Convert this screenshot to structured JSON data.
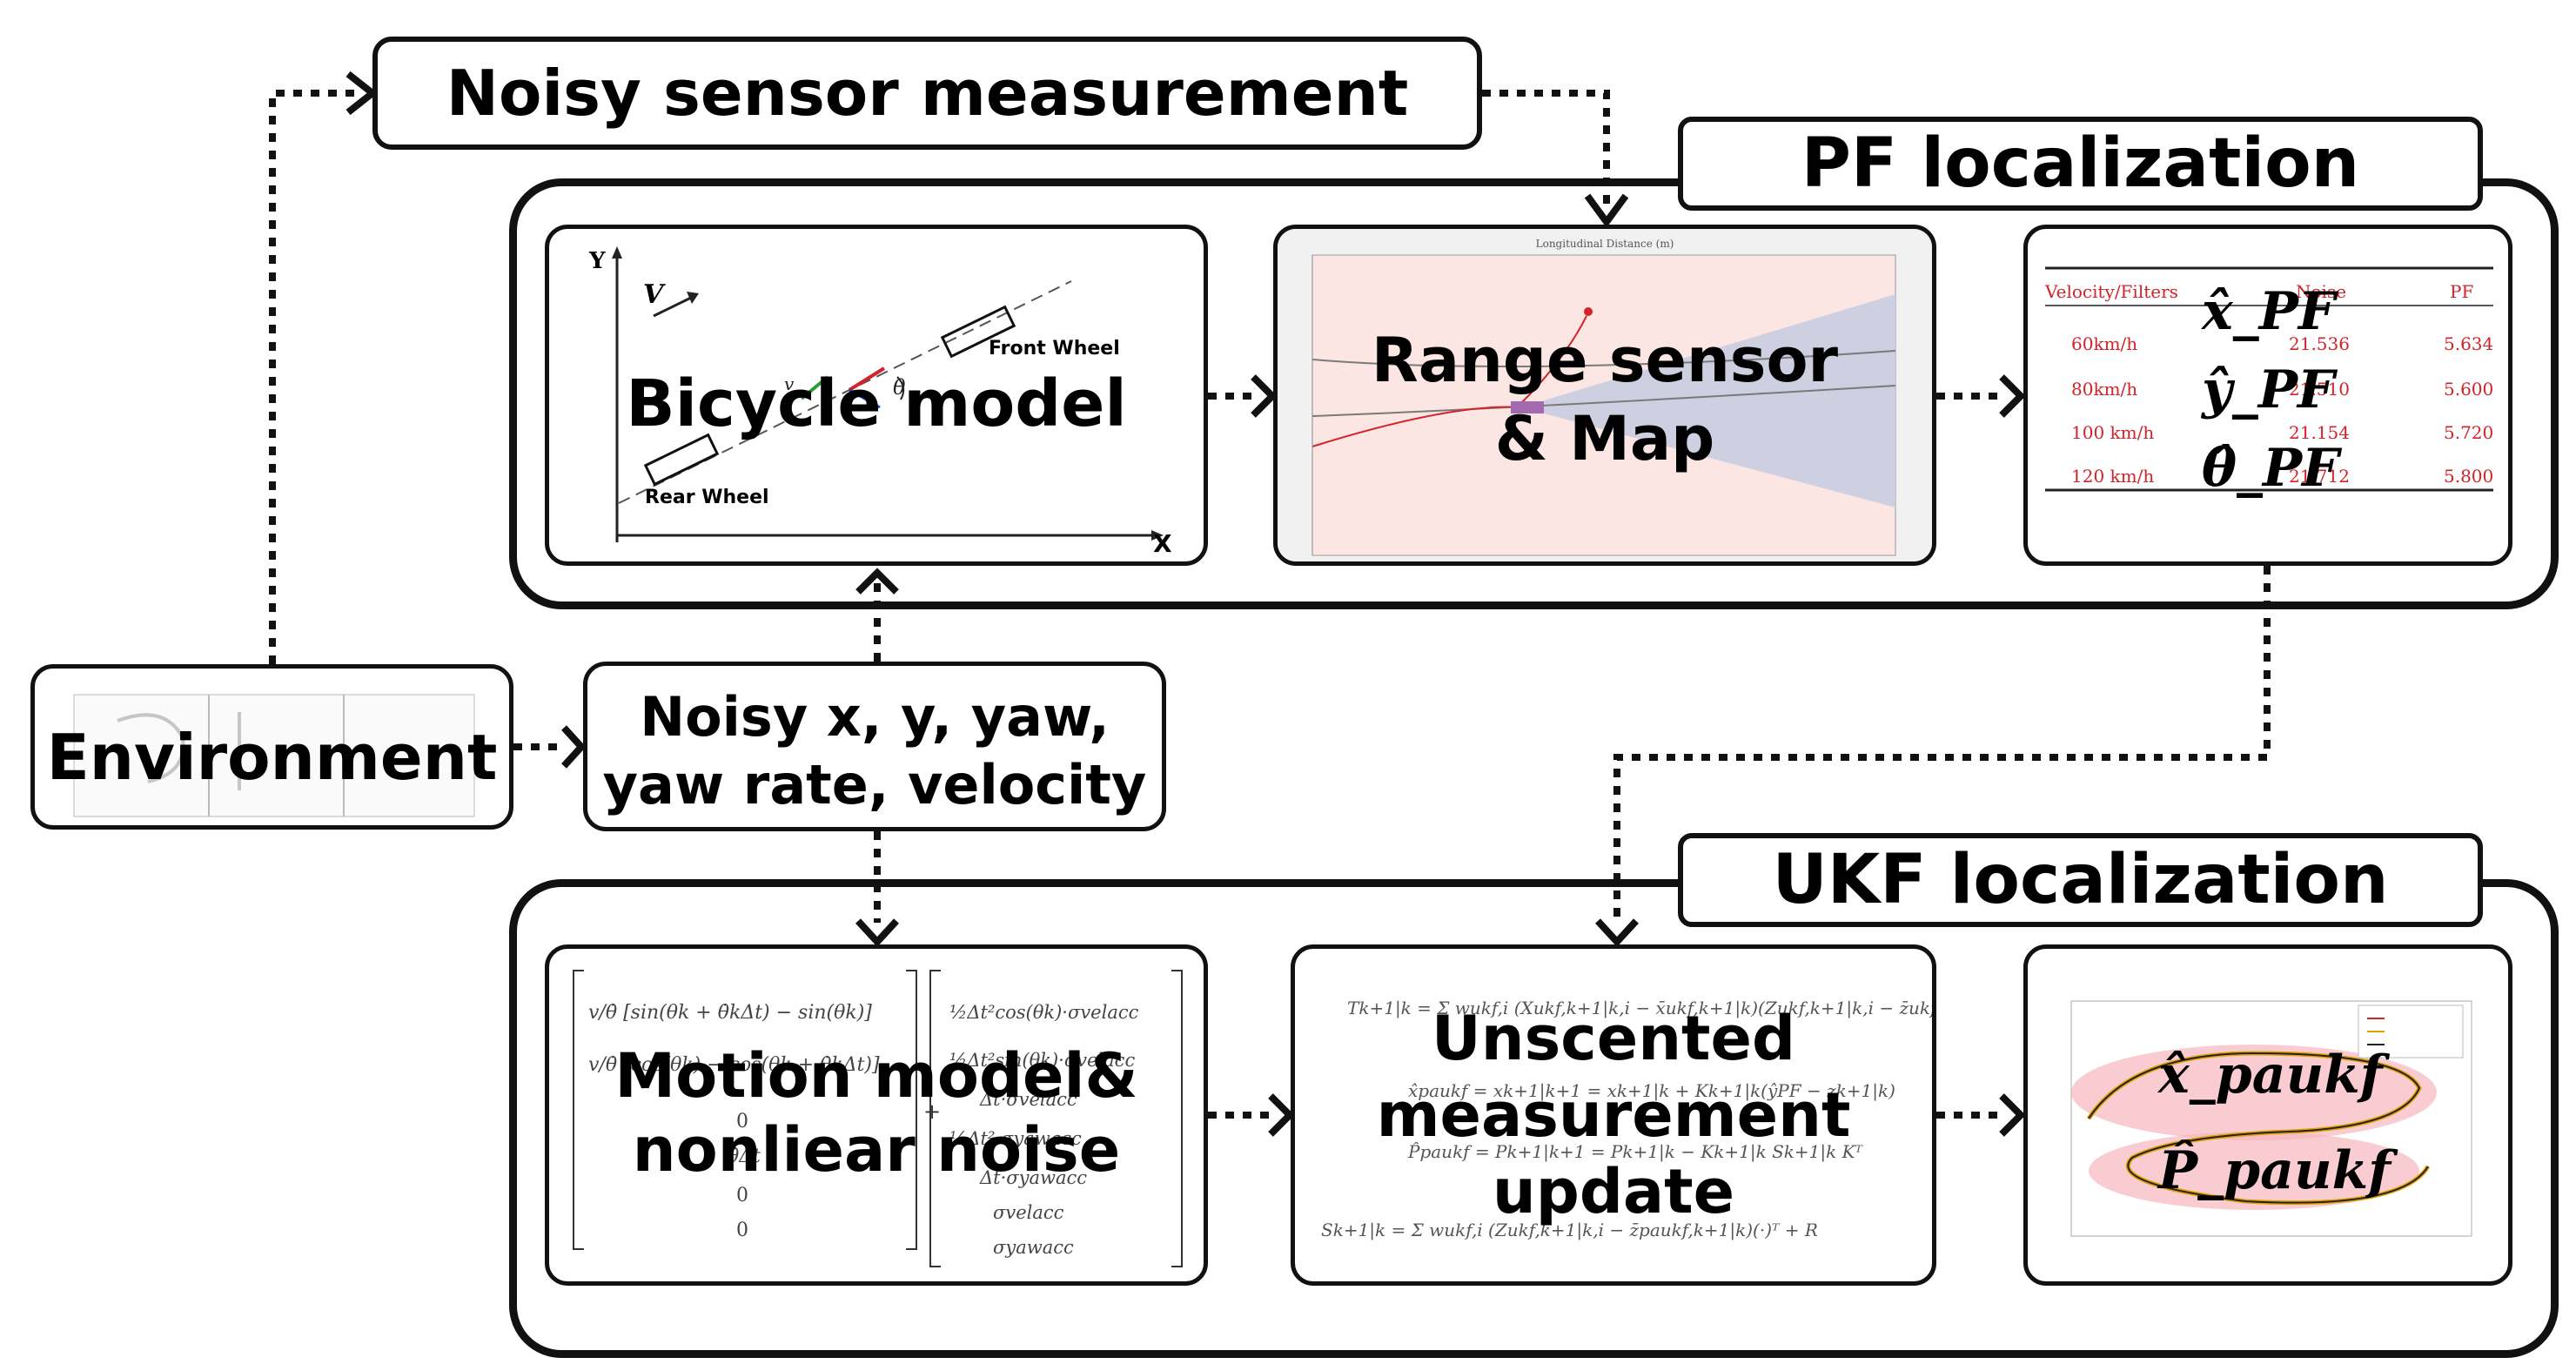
{
  "top": {
    "noisy_sensor": "Noisy sensor measurement",
    "pf_title": "PF localization",
    "ukf_title": "UKF localization"
  },
  "nodes": {
    "bicycle_model": "Bicycle model",
    "range_sensor_line1": "Range sensor",
    "range_sensor_line2": "& Map",
    "environment": "Environment",
    "noisy_xy_line1": "Noisy x, y, yaw,",
    "noisy_xy_line2": "yaw rate, velocity",
    "motion_line1": "Motion model&",
    "motion_line2": "nonliear noise",
    "unscented_line1": "Unscented",
    "unscented_line2": "measurement",
    "unscented_line3": "update"
  },
  "bicycle_inset": {
    "y_axis": "Y",
    "x_axis": "X",
    "v": "V",
    "front_wheel": "Front Wheel",
    "rear_wheel": "Rear Wheel"
  },
  "range_inset": {
    "title": "Longitudinal Distance (m)"
  },
  "pf_table": {
    "headers": [
      "Velocity/Filters",
      "Noise",
      "PF"
    ],
    "rows": [
      [
        "60km/h",
        "21.536",
        "5.634"
      ],
      [
        "80km/h",
        "21.510",
        "5.600"
      ],
      [
        "100 km/h",
        "21.154",
        "5.720"
      ],
      [
        "120 km/h",
        "21.712",
        "5.800"
      ]
    ],
    "symbols": [
      "x̂_PF",
      "ŷ_PF",
      "θ̂_PF"
    ]
  },
  "ukf_result": {
    "symbols": [
      "x̂_paukf",
      "P̂_paukf"
    ]
  },
  "colors": {
    "accent_red": "#d2232a",
    "border": "#111111",
    "range_bg": "#fbe6e4",
    "range_beam": "#c9cde0"
  }
}
